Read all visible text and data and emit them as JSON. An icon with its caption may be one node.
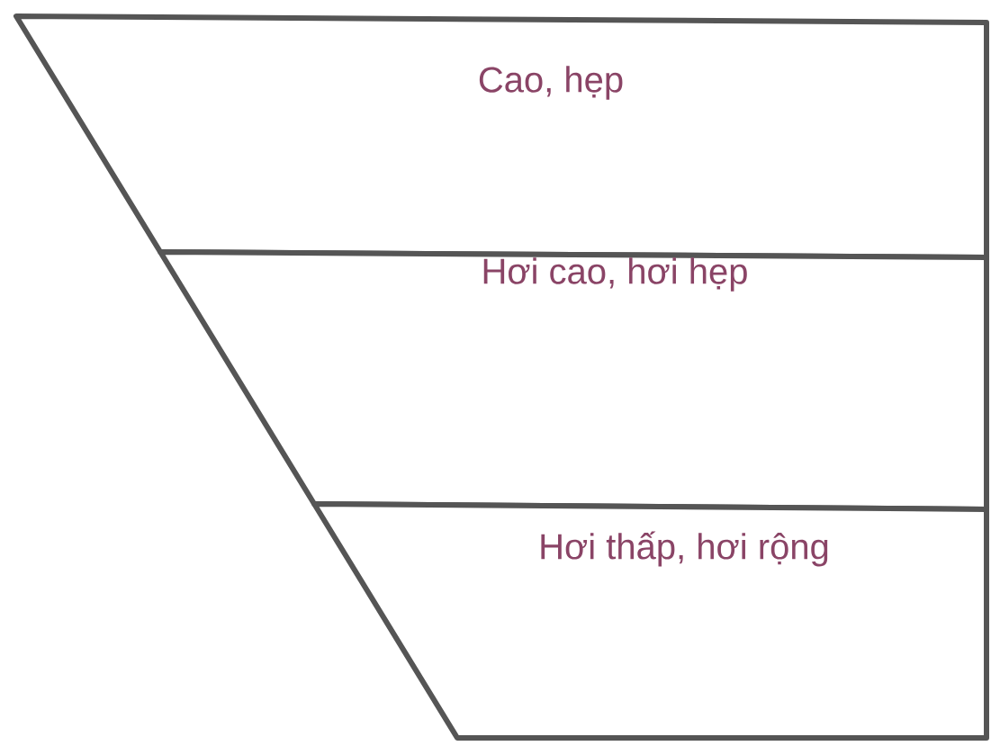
{
  "diagram": {
    "nodes": [
      {
        "text": [
          "Cao, hẹp"
        ]
      },
      {
        "text": [
          "Hơi cao, hơi hẹp"
        ]
      },
      {
        "text": [
          "Hơi thấp, hơi rộng"
        ]
      }
    ]
  }
}
